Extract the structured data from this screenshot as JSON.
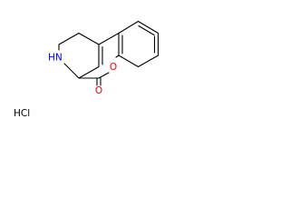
{
  "molecule": {
    "atoms": {
      "nitrogen": "HN",
      "ring_oxygen": "O",
      "carbonyl_oxygen": "O"
    },
    "salt": "HCl"
  },
  "colors": {
    "bond": "#000000",
    "nitrogen": "#0000ff",
    "oxygen": "#ff0000",
    "salt": "#000000"
  }
}
